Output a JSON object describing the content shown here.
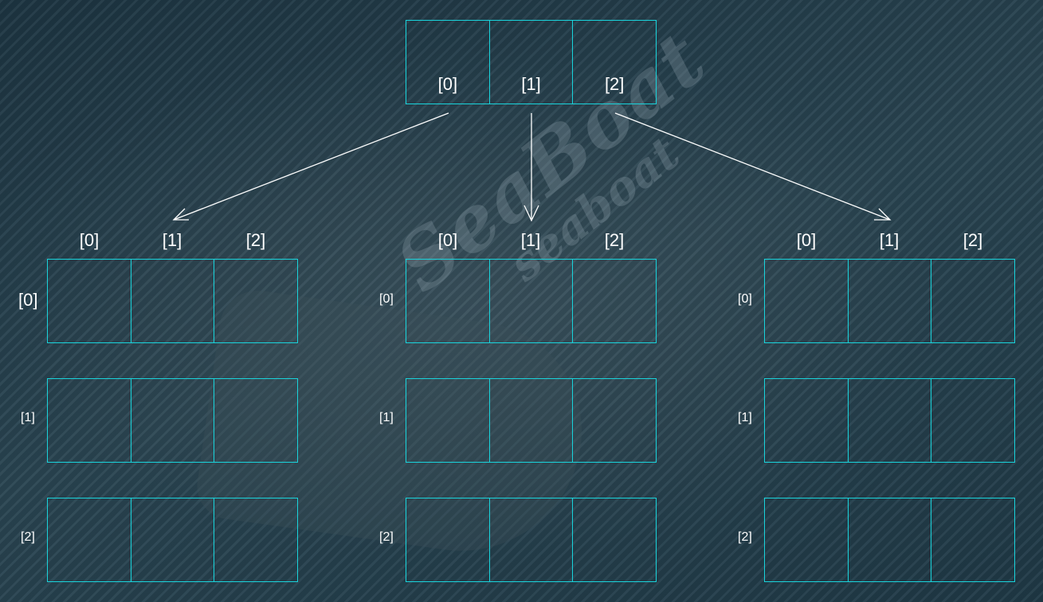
{
  "watermark": {
    "main": "SeaBoat",
    "sub": "seaboat"
  },
  "top_array": {
    "indices": [
      "[0]",
      "[1]",
      "[2]"
    ]
  },
  "sub_arrays": [
    {
      "col_indices": [
        "[0]",
        "[1]",
        "[2]"
      ],
      "row_indices": [
        "[0]",
        "[1]",
        "[2]"
      ]
    },
    {
      "col_indices": [
        "[0]",
        "[1]",
        "[2]"
      ],
      "row_indices": [
        "[0]",
        "[1]",
        "[2]"
      ]
    },
    {
      "col_indices": [
        "[0]",
        "[1]",
        "[2]"
      ],
      "row_indices": [
        "[0]",
        "[1]",
        "[2]"
      ]
    }
  ],
  "colors": {
    "cell_border": "#19d4dc",
    "text": "#ffffff",
    "arrow": "#ffffff"
  }
}
